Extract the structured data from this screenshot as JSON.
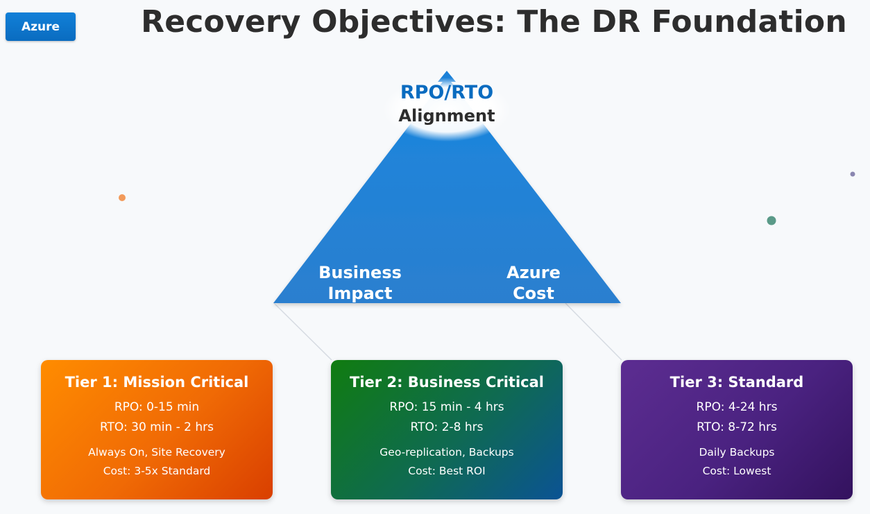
{
  "badge": "Azure",
  "title": "Recovery Objectives: The DR Foundation",
  "pyramid": {
    "apex_line1": "RPO/RTO",
    "apex_line2": "Alignment",
    "left_line1": "Business",
    "left_line2": "Impact",
    "right_line1": "Azure",
    "right_line2": "Cost"
  },
  "tiers": [
    {
      "title": "Tier 1: Mission Critical",
      "rpo": "RPO: 0-15 min",
      "rto": "RTO: 30 min - 2 hrs",
      "tech": "Always On, Site Recovery",
      "cost": "Cost: 3-5x Standard"
    },
    {
      "title": "Tier 2: Business Critical",
      "rpo": "RPO: 15 min - 4 hrs",
      "rto": "RTO: 2-8 hrs",
      "tech": "Geo-replication, Backups",
      "cost": "Cost: Best ROI"
    },
    {
      "title": "Tier 3: Standard",
      "rpo": "RPO: 4-24 hrs",
      "rto": "RTO: 8-72 hrs",
      "tech": "Daily Backups",
      "cost": "Cost: Lowest"
    }
  ],
  "colors": {
    "azure_blue": "#0078d4",
    "tier1": "#ff8c00",
    "tier2": "#107c10",
    "tier3": "#5c2d91"
  }
}
